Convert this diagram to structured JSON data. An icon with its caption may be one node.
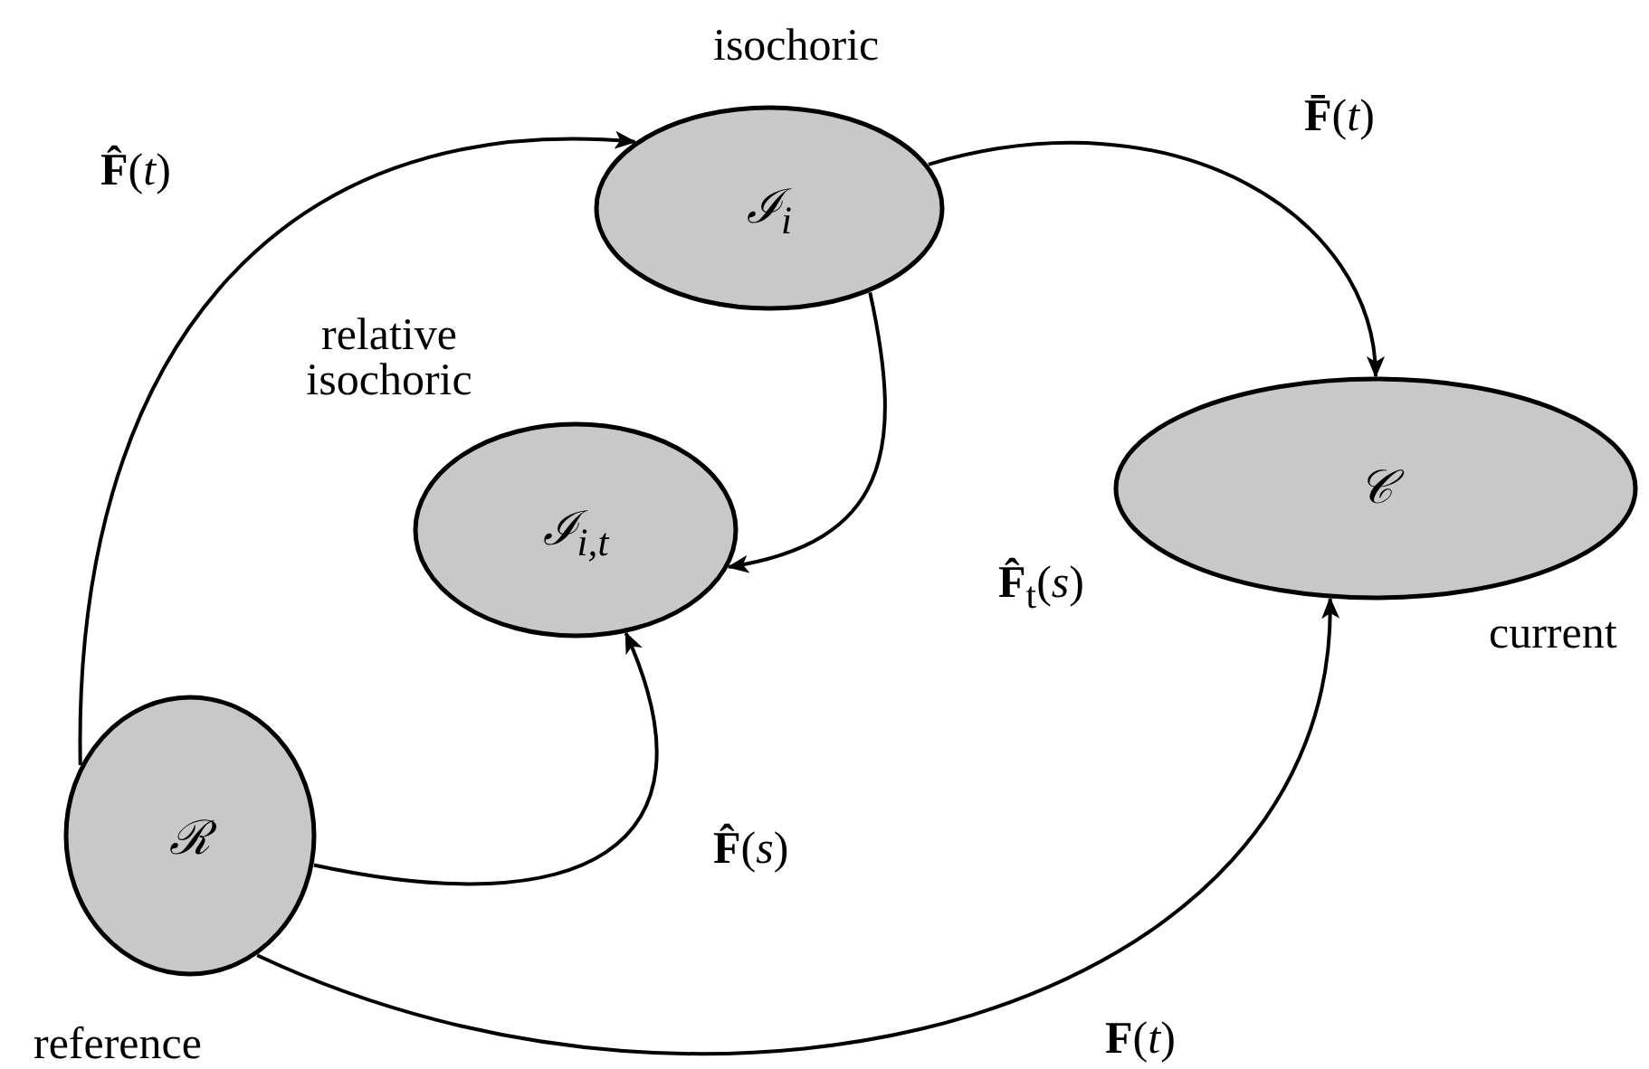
{
  "diagram": {
    "nodes": [
      {
        "text": [
          "ℐ$_{i}$"
        ],
        "beside": [
          "isochoric"
        ]
      },
      {
        "text": [
          "ℐ$_{i,t}$"
        ],
        "beside": [
          "relative isochoric"
        ]
      },
      {
        "text": [
          "𝒞"
        ],
        "beside": [
          "current"
        ]
      },
      {
        "text": [
          "ℛ"
        ],
        "beside": [
          "reference"
        ]
      }
    ],
    "edges": [
      {
        "from": 3,
        "to": 0,
        "arrow": "to",
        "label": "**F̂**(*t*)"
      },
      {
        "from": 0,
        "to": 2,
        "arrow": "to",
        "label": "**F̄**(*t*)"
      },
      {
        "from": 0,
        "to": 1,
        "arrow": "to",
        "label": "**F̂**$_{t}$(*s*)"
      },
      {
        "from": 3,
        "to": 1,
        "arrow": "to",
        "label": "**F̂**(*s*)"
      },
      {
        "from": 3,
        "to": 2,
        "arrow": "to",
        "label": "**F**(*t*)"
      }
    ]
  }
}
